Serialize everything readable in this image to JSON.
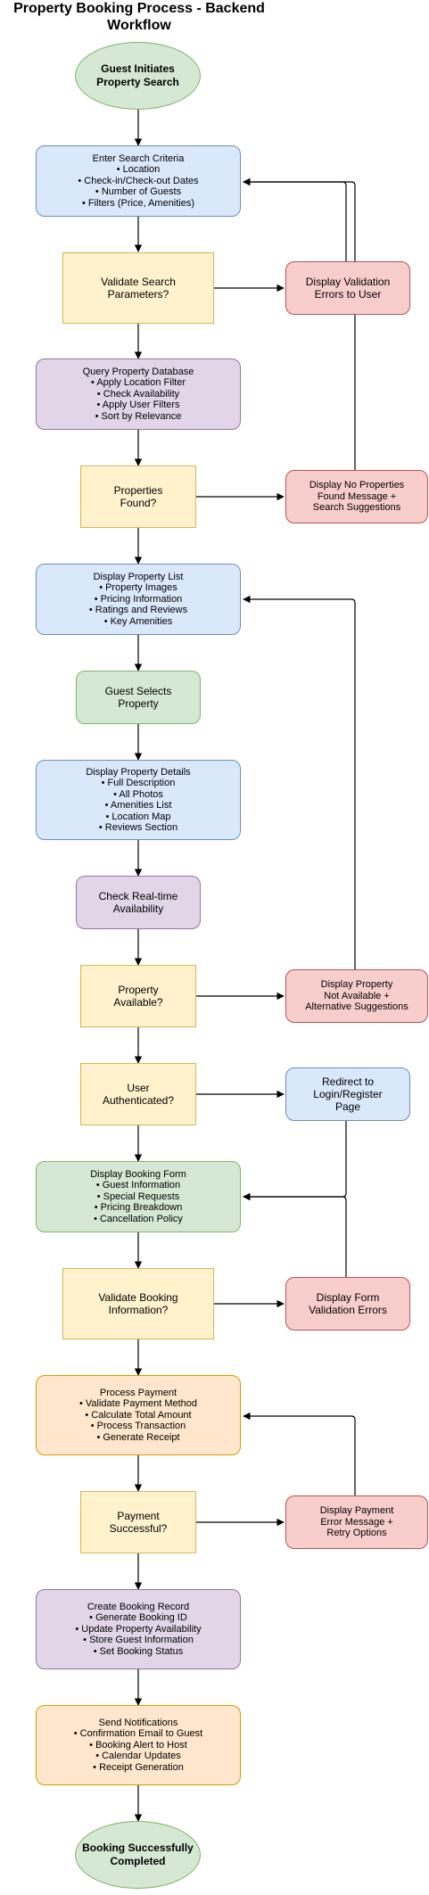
{
  "title": [
    "Property Booking Process - Backend",
    "Workflow"
  ],
  "nodes": {
    "start": [
      "Guest Initiates",
      "Property Search"
    ],
    "search_criteria": [
      "Enter Search Criteria",
      "• Location",
      "• Check-in/Check-out Dates",
      "• Number of Guests",
      "• Filters (Price, Amenities)"
    ],
    "validate_search": [
      "Validate Search",
      "Parameters?"
    ],
    "validation_errors": [
      "Display Validation",
      "Errors to User"
    ],
    "query_db": [
      "Query Property Database",
      "• Apply Location Filter",
      "• Check Availability",
      "• Apply User Filters",
      "• Sort by Relevance"
    ],
    "properties_found": [
      "Properties",
      "Found?"
    ],
    "no_properties": [
      "Display No Properties",
      "Found Message +",
      "Search Suggestions"
    ],
    "property_list": [
      "Display Property List",
      "• Property Images",
      "• Pricing Information",
      "• Ratings and Reviews",
      "• Key Amenities"
    ],
    "guest_selects": [
      "Guest Selects",
      "Property"
    ],
    "property_details": [
      "Display Property Details",
      "• Full Description",
      "• All Photos",
      "• Amenities List",
      "• Location Map",
      "• Reviews Section"
    ],
    "check_availability": [
      "Check Real-time",
      "Availability"
    ],
    "property_available": [
      "Property",
      "Available?"
    ],
    "not_available": [
      "Display Property",
      "Not Available +",
      "Alternative Suggestions"
    ],
    "user_authenticated": [
      "User",
      "Authenticated?"
    ],
    "redirect_login": [
      "Redirect to",
      "Login/Register",
      "Page"
    ],
    "booking_form": [
      "Display Booking Form",
      "• Guest Information",
      "• Special Requests",
      "• Pricing Breakdown",
      "• Cancellation Policy"
    ],
    "validate_booking": [
      "Validate Booking",
      "Information?"
    ],
    "form_errors": [
      "Display Form",
      "Validation Errors"
    ],
    "process_payment": [
      "Process Payment",
      "• Validate Payment Method",
      "• Calculate Total Amount",
      "• Process Transaction",
      "• Generate Receipt"
    ],
    "payment_successful": [
      "Payment",
      "Successful?"
    ],
    "payment_error": [
      "Display Payment",
      "Error Message +",
      "Retry Options"
    ],
    "create_record": [
      "Create Booking Record",
      "• Generate Booking ID",
      "• Update Property Availability",
      "• Store Guest Information",
      "• Set Booking Status"
    ],
    "send_notifications": [
      "Send Notifications",
      "• Confirmation Email to Guest",
      "• Booking Alert to Host",
      "• Calendar Updates",
      "• Receipt Generation"
    ],
    "end": [
      "Booking Successfully",
      "Completed"
    ]
  }
}
